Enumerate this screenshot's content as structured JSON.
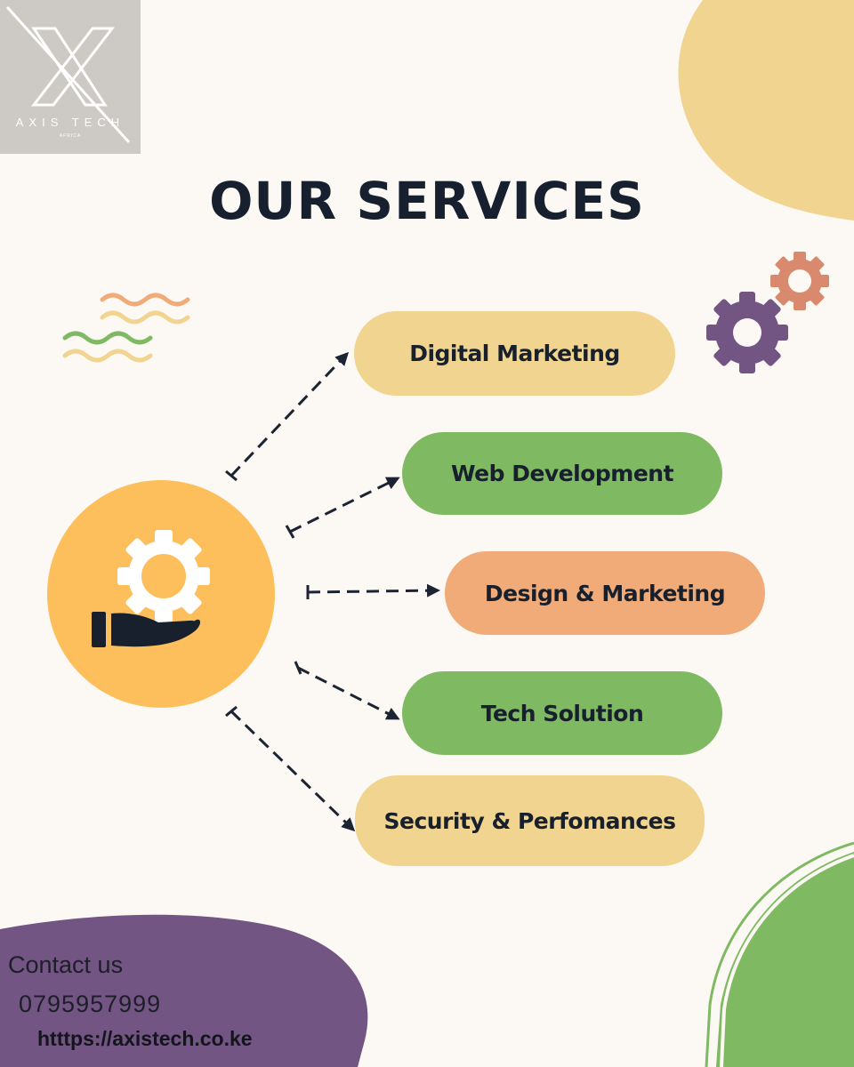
{
  "brand": {
    "logo_word": "AXIS TECH",
    "logo_sub": "AFRICA",
    "logo_box_color": "#cdc9c5"
  },
  "title": "OUR SERVICES",
  "hub_icon": "hand-with-gear-icon",
  "services": [
    {
      "label": "Digital Marketing",
      "color": "#f1d48f"
    },
    {
      "label": "Web Development",
      "color": "#7fba62"
    },
    {
      "label": "Design & Marketing",
      "color": "#f0ab79"
    },
    {
      "label": "Tech Solution",
      "color": "#7fba62"
    },
    {
      "label": "Security & Perfomances",
      "color": "#f1d48f"
    }
  ],
  "contact": {
    "label": "Contact us",
    "phone": "0795957999",
    "url": "htttps://axistech.co.ke"
  },
  "colors": {
    "background": "#fcf8f4",
    "title": "#16202f",
    "hub": "#fcbf5b",
    "purple_blob": "#725582",
    "green_blob": "#7fba62",
    "yellow_blob": "#f1d48f",
    "gear_purple": "#725582",
    "gear_salmon": "#d98a6e",
    "arrow": "#1c2333"
  }
}
